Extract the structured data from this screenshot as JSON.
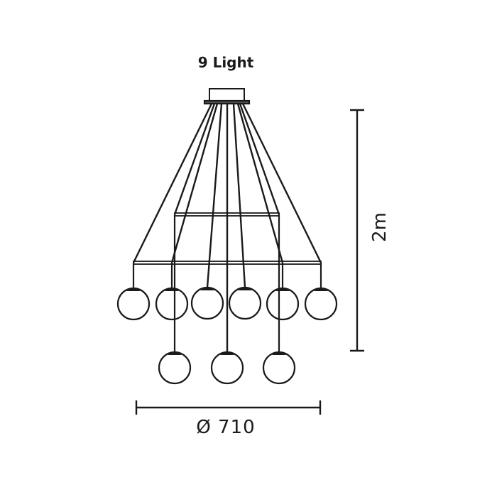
{
  "title": "9 Light",
  "dimensions": {
    "height_label": "2m",
    "diameter_label": "Ø 710"
  },
  "colors": {
    "line": "#1a1a1a",
    "background": "#ffffff"
  }
}
